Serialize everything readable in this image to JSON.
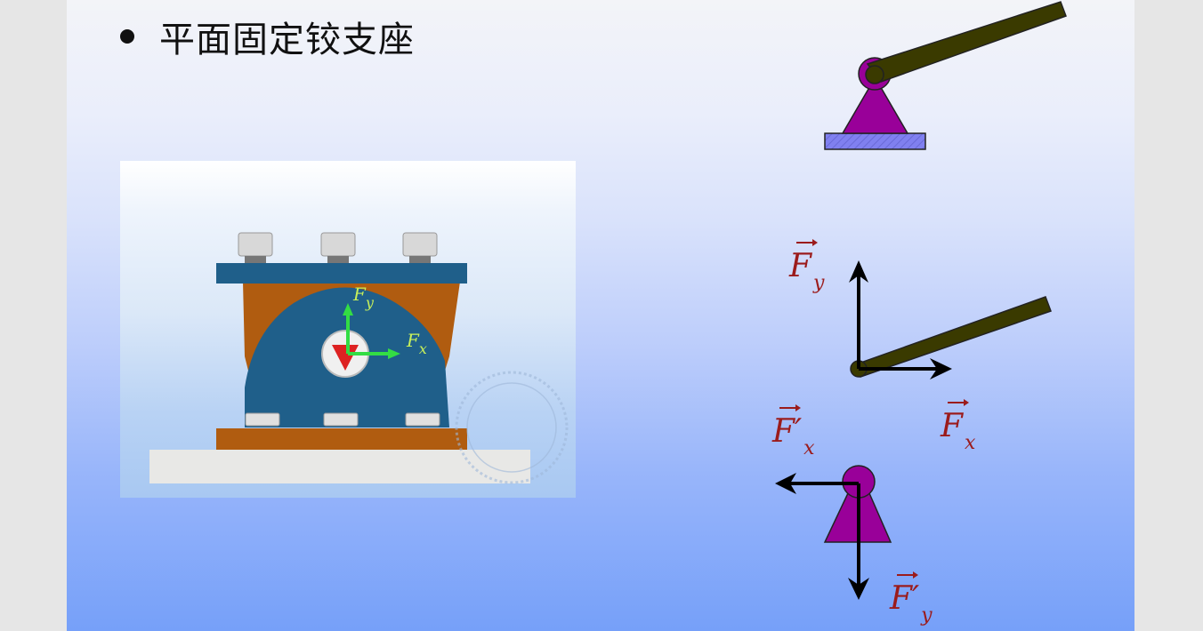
{
  "slide": {
    "title": "平面固定铰支座",
    "colors": {
      "support_purple": "#990099",
      "rod_olive": "#3a3a00",
      "ground_hatch": "#8080ff",
      "force_label_red": "#9b1b1b",
      "arrow_black": "#000000",
      "photo_blue": "#1f5f8a",
      "photo_brown": "#b05c10",
      "photo_green_arrow": "#33dd44"
    }
  },
  "photo": {
    "description": "3D model of fixed hinge support with bolts",
    "labels": {
      "fy": {
        "main": "F",
        "sub": "y"
      },
      "fx": {
        "main": "F",
        "sub": "x"
      }
    }
  },
  "diagram": {
    "top_support": "hinge support with rod",
    "force_labels": {
      "fy": {
        "main": "F",
        "sub": "y"
      },
      "fx": {
        "main": "F",
        "sub": "x"
      },
      "fx_prime": {
        "main": "F′",
        "sub": "x"
      },
      "fy_prime": {
        "main": "F′",
        "sub": "y"
      }
    }
  }
}
